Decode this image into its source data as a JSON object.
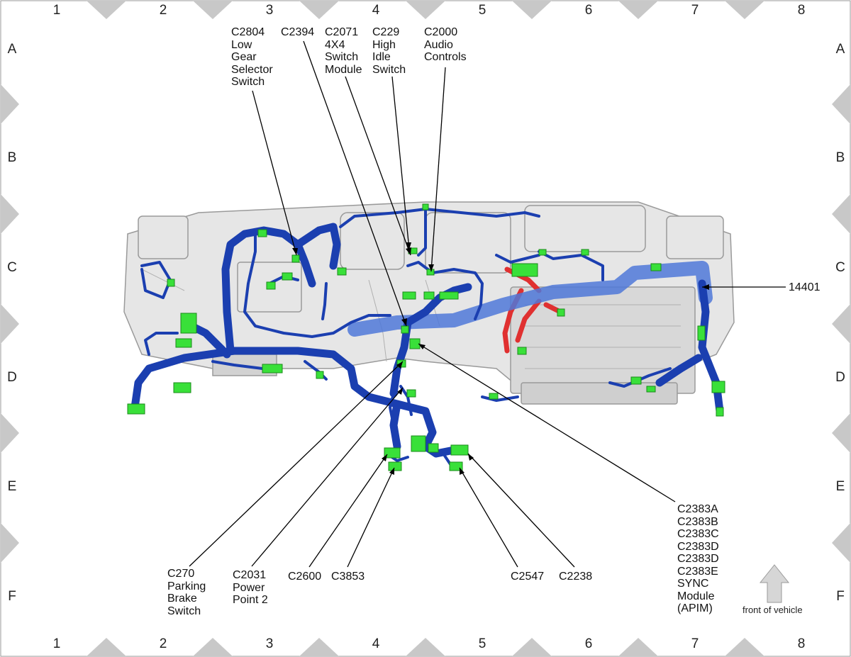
{
  "grid": {
    "columns": [
      "1",
      "2",
      "3",
      "4",
      "5",
      "6",
      "7",
      "8"
    ],
    "rows": [
      "A",
      "B",
      "C",
      "D",
      "E",
      "F"
    ]
  },
  "labels": {
    "c2804": "C2804\nLow\nGear\nSelector\nSwitch",
    "c2394": "C2394",
    "c2071": "C2071\n4X4\nSwitch\nModule",
    "c229": "C229\nHigh\nIdle\nSwitch",
    "c2000": "C2000\nAudio\nControls",
    "n14401": "14401",
    "c270": "C270\nParking\nBrake\nSwitch",
    "c2031": "C2031\nPower\nPoint 2",
    "c2600": "C2600",
    "c3853": "C3853",
    "c2547": "C2547",
    "c2238": "C2238",
    "c2383": "C2383A\nC2383B\nC2383C\nC2383D\nC2383D\nC2383E\nSYNC\nModule\n(APIM)"
  },
  "front_of_vehicle": "front of vehicle",
  "colors": {
    "harness": "#1b3fb0",
    "harness_light": "#4f78d8",
    "connector": "#39e039",
    "red_harness": "#e03030",
    "panel_fill": "#e6e6e6",
    "panel_stroke": "#9a9a9a",
    "border_triangle": "#c8c8c8",
    "arrow_fill": "#d6d6d6"
  }
}
